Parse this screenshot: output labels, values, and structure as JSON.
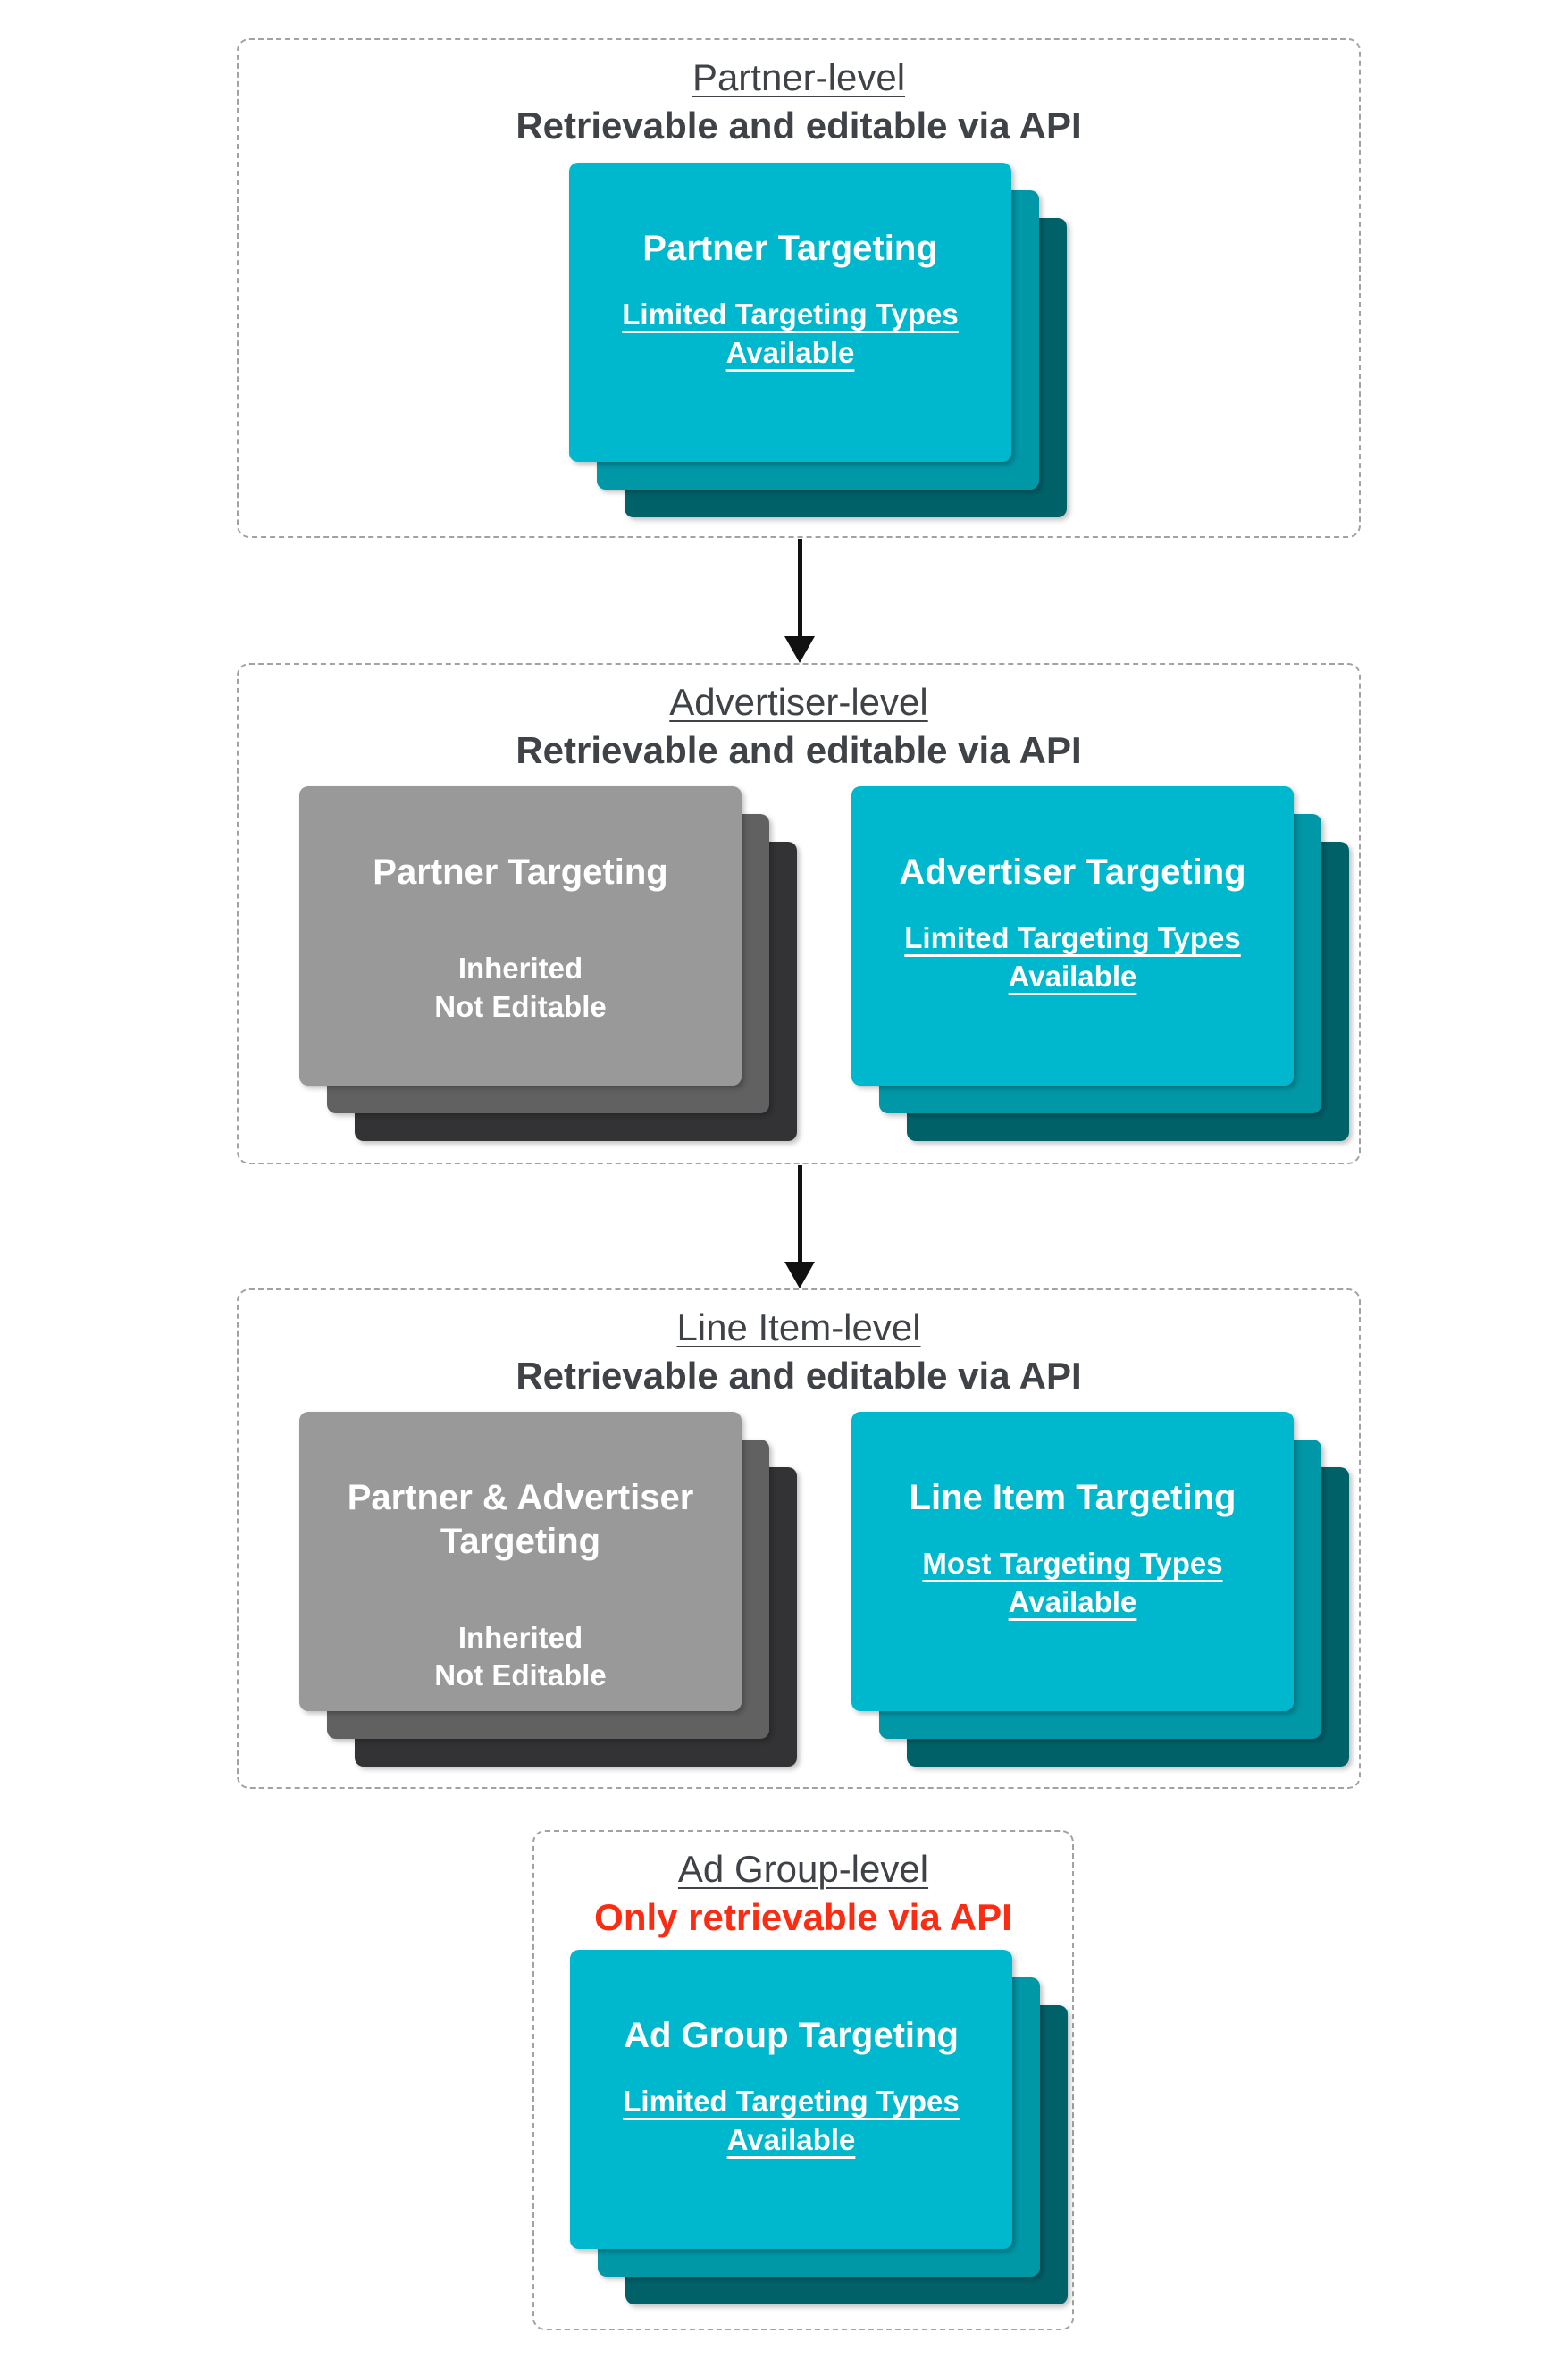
{
  "colors": {
    "card_cyan_front": "#00B8CE",
    "card_cyan_middle": "#0097A7",
    "card_cyan_back": "#016169",
    "card_gray_front": "#999999",
    "card_gray_middle": "#616161",
    "card_gray_back": "#333336",
    "card_text": "#FFFFFF",
    "heading_text": "#3F4347",
    "alert_text": "#FA2D14",
    "border_dashed": "#A2A2A6",
    "arrow": "#111111"
  },
  "sections": [
    {
      "id": "partner-level",
      "title": "Partner-level",
      "subtitle": "Retrievable and editable via API",
      "cards": [
        {
          "variant": "cyan",
          "title": "Partner Targeting",
          "subtext": "Limited Targeting Types\nAvailable",
          "subtext_underlined": true
        }
      ]
    },
    {
      "id": "advertiser-level",
      "title": "Advertiser-level",
      "subtitle": "Retrievable and editable via API",
      "cards": [
        {
          "variant": "gray",
          "title": "Partner Targeting",
          "subtext": "Inherited\nNot Editable",
          "subtext_underlined": false
        },
        {
          "variant": "cyan",
          "title": "Advertiser Targeting",
          "subtext": "Limited Targeting Types\nAvailable",
          "subtext_underlined": true
        }
      ]
    },
    {
      "id": "line-item-level",
      "title": "Line Item-level",
      "subtitle": "Retrievable and editable via API",
      "cards": [
        {
          "variant": "gray",
          "title": "Partner & Advertiser Targeting",
          "subtext": "Inherited\nNot Editable",
          "subtext_underlined": false
        },
        {
          "variant": "cyan",
          "title": "Line Item Targeting",
          "subtext": "Most Targeting Types\nAvailable",
          "subtext_underlined": true
        }
      ]
    },
    {
      "id": "ad-group-level",
      "title": "Ad Group-level",
      "subtitle": "Only retrievable via API",
      "subtitle_alert": true,
      "cards": [
        {
          "variant": "cyan",
          "title": "Ad Group Targeting",
          "subtext": "Limited Targeting Types\nAvailable",
          "subtext_underlined": true
        }
      ]
    }
  ]
}
